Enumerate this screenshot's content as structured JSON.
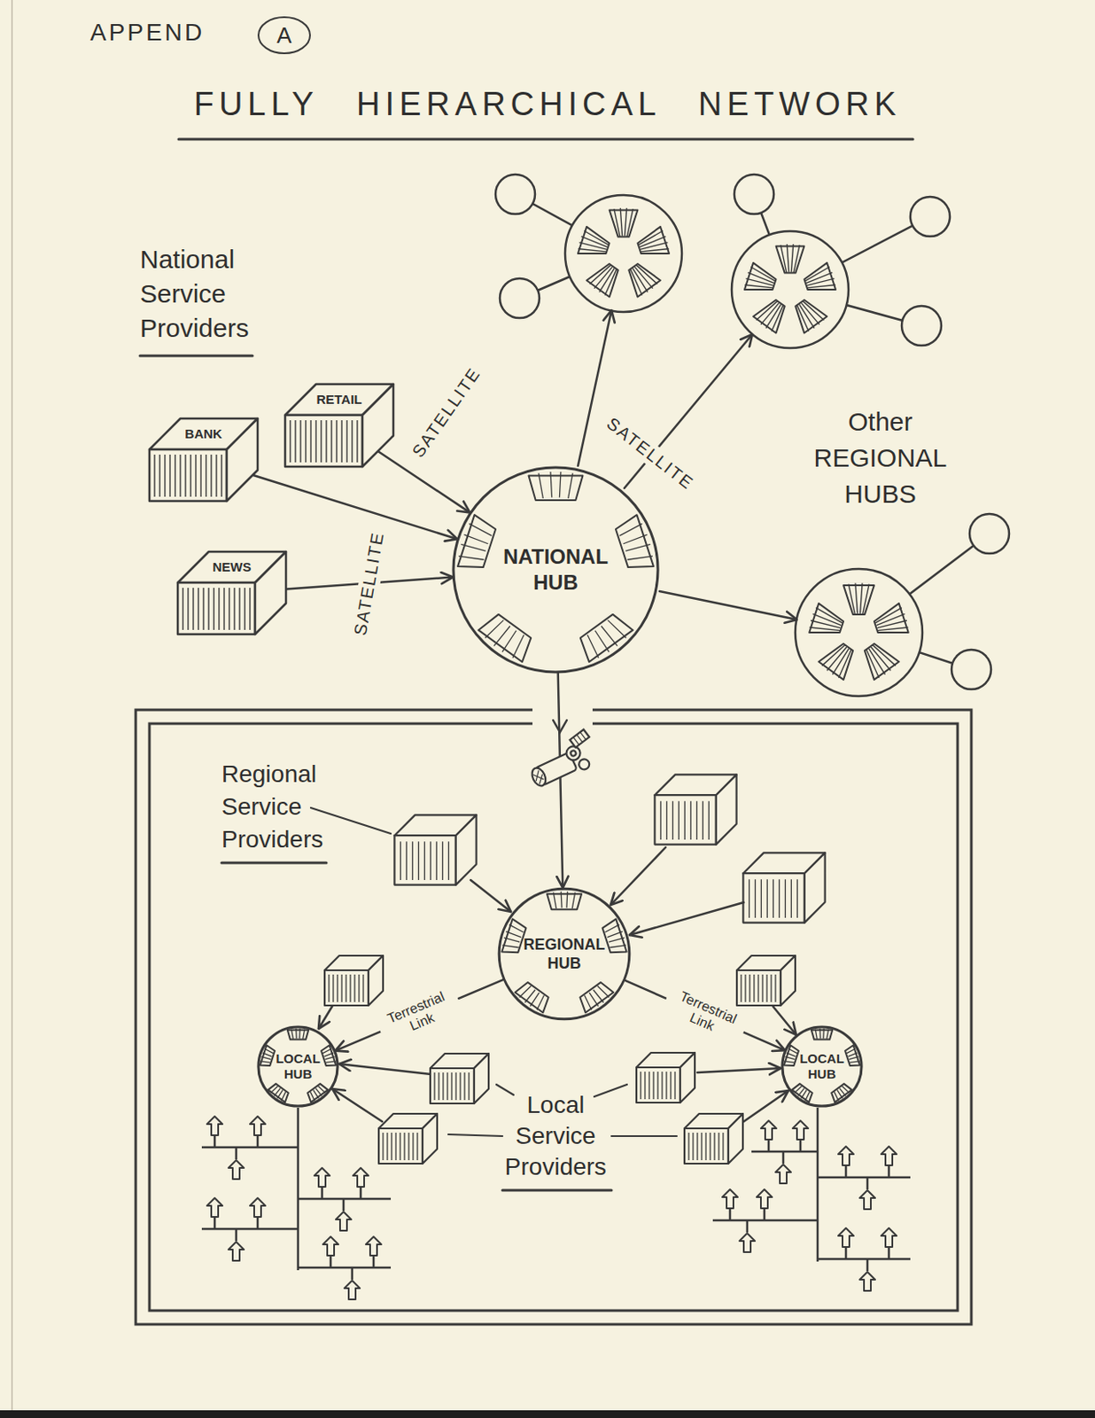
{
  "diagram": {
    "title": "FULLY HIERARCHICAL NETWORK",
    "nodes": [
      {
        "text": [
          "RETAIL"
        ]
      },
      {
        "text": [
          "BANK"
        ]
      },
      {
        "text": [
          "NEWS"
        ]
      },
      {
        "text": [
          "NATIONAL HUB"
        ]
      },
      {
        "text": [
          "REGIONAL HUB"
        ]
      },
      {
        "text": [
          "LOCAL HUB"
        ]
      },
      {
        "text": [
          "LOCAL HUB"
        ]
      }
    ],
    "edges": [
      {
        "from": 0,
        "to": 3,
        "arrow": "to"
      },
      {
        "from": 1,
        "to": 3,
        "arrow": "to"
      },
      {
        "from": 2,
        "to": 3,
        "label": "SATELLITE",
        "arrow": "to"
      },
      {
        "from": 3,
        "to": 4,
        "arrow": "to"
      },
      {
        "from": 4,
        "to": 5,
        "label": "Terrestrial Link",
        "arrow": "to"
      },
      {
        "from": 4,
        "to": 6,
        "label": "Terrestrial Link",
        "arrow": "to"
      }
    ],
    "labels": [
      "APPEND",
      "A",
      "National Service Providers",
      "SATELLITE",
      "SATELLITE",
      "Other REGIONAL HUBS",
      "Regional Service Providers",
      "Local Service Providers"
    ]
  }
}
